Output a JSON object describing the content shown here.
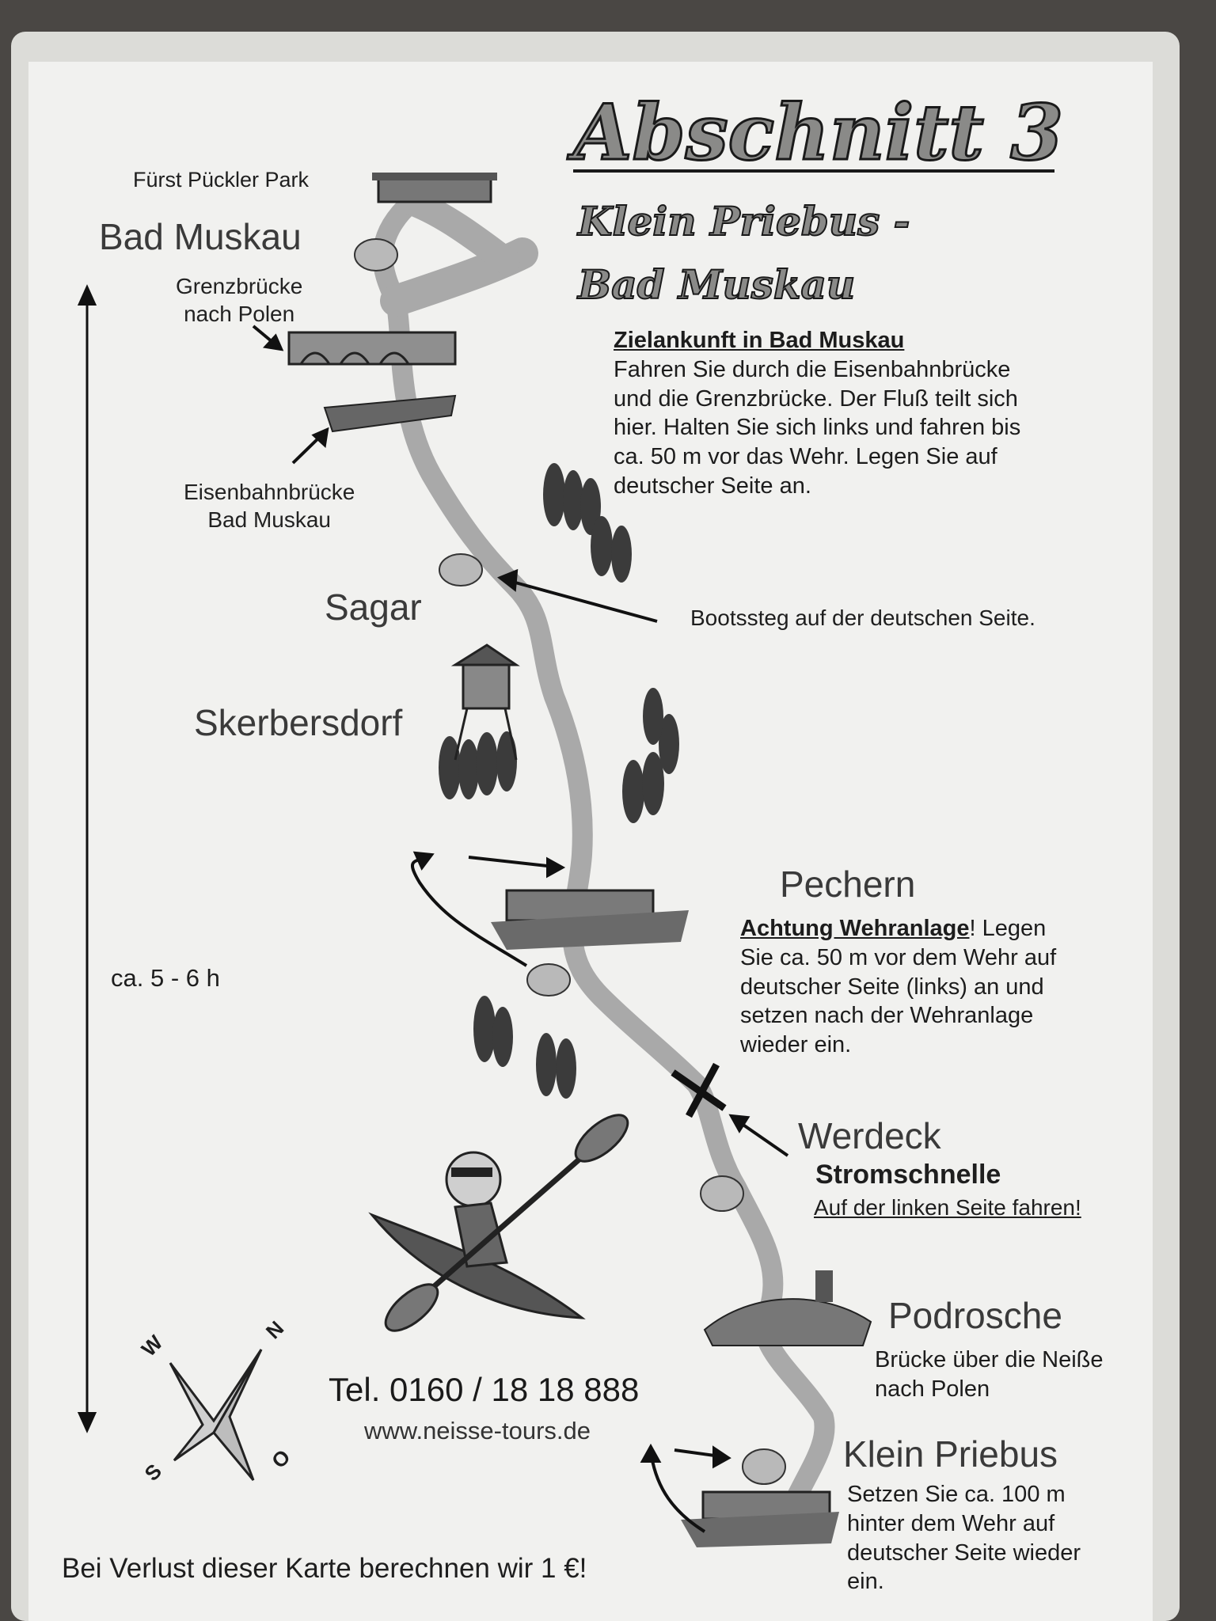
{
  "title": "Abschnitt 3",
  "subtitle_line1": "Klein Priebus -",
  "subtitle_line2": "Bad Muskau",
  "labels": {
    "park": "Fürst Pückler Park",
    "bad_muskau": "Bad Muskau",
    "grenzbruecke_1": "Grenzbrücke",
    "grenzbruecke_2": "nach Polen",
    "eisenbahn_1": "Eisenbahnbrücke",
    "eisenbahn_2": "Bad Muskau",
    "sagar": "Sagar",
    "bootssteg": "Bootssteg auf der deutschen Seite.",
    "skerbersdorf": "Skerbersdorf",
    "pechern": "Pechern",
    "duration": "ca. 5 - 6  h",
    "werdeck": "Werdeck",
    "podrosche": "Podrosche",
    "klein_priebus": "Klein Priebus"
  },
  "ziel": {
    "heading": "Zielankunft in Bad Muskau",
    "lines": [
      "Fahren Sie durch die Eisenbahnbrücke",
      "und die Grenzbrücke. Der Fluß teilt sich",
      "hier. Halten Sie sich links und fahren bis",
      "ca. 50 m vor das Wehr. Legen Sie auf",
      "deutscher Seite an."
    ]
  },
  "pechern_note": {
    "heading": "Achtung Wehranlage",
    "after_heading": "! Legen",
    "lines": [
      "Sie ca. 50 m vor dem Wehr auf",
      "deutscher Seite (links) an und",
      "setzen nach der Wehranlage",
      "wieder ein."
    ]
  },
  "werdeck_note": {
    "heading": "Stromschnelle",
    "text": "Auf der linken Seite fahren!"
  },
  "podrosche_note": [
    "Brücke über die Neiße",
    "nach Polen"
  ],
  "klein_priebus_note": [
    "Setzen Sie ca. 100 m",
    "hinter dem Wehr auf",
    "deutscher Seite wieder",
    "ein."
  ],
  "contact": {
    "phone": "Tel. 0160 / 18 18 888",
    "web": "www.neisse-tours.de"
  },
  "footer": "Bei Verlust dieser Karte berechnen wir 1 €!",
  "compass": {
    "n": "N",
    "o": "O",
    "s": "S",
    "w": "W"
  },
  "colors": {
    "paper": "#f1f1ef",
    "river": "#a9a9a9",
    "ink": "#1e1e1e"
  }
}
